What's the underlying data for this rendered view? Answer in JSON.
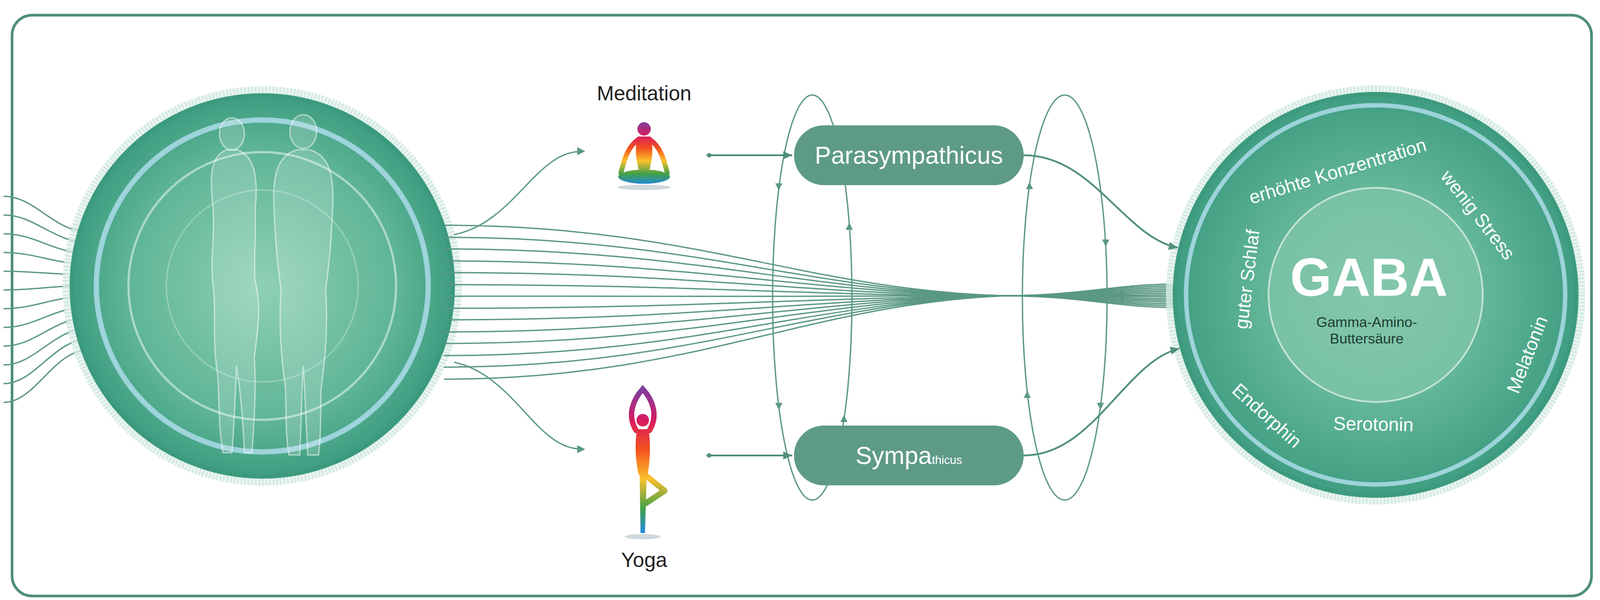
{
  "diagram": {
    "nodes": [
      {
        "text": [
          "Meditation"
        ]
      },
      {
        "text": [
          "Yoga"
        ]
      },
      {
        "text": [
          "Parasympathicus"
        ]
      },
      {
        "text": [
          "Sympa",
          "thicus"
        ]
      },
      {
        "text": [
          "GABA",
          "Gamma-Amino- Buttersäure",
          "erhöhte Konzentration",
          "wenig Stress",
          "Melatonin",
          "Serotonin",
          "Endorphin",
          "guter Schlaf"
        ]
      }
    ],
    "edges": [
      {
        "from": 0,
        "to": 2,
        "arrow": "to"
      },
      {
        "from": 1,
        "to": 3,
        "arrow": "to"
      },
      {
        "from": 2,
        "to": 4,
        "arrow": "to"
      },
      {
        "from": 3,
        "to": 4,
        "arrow": "to"
      }
    ]
  }
}
